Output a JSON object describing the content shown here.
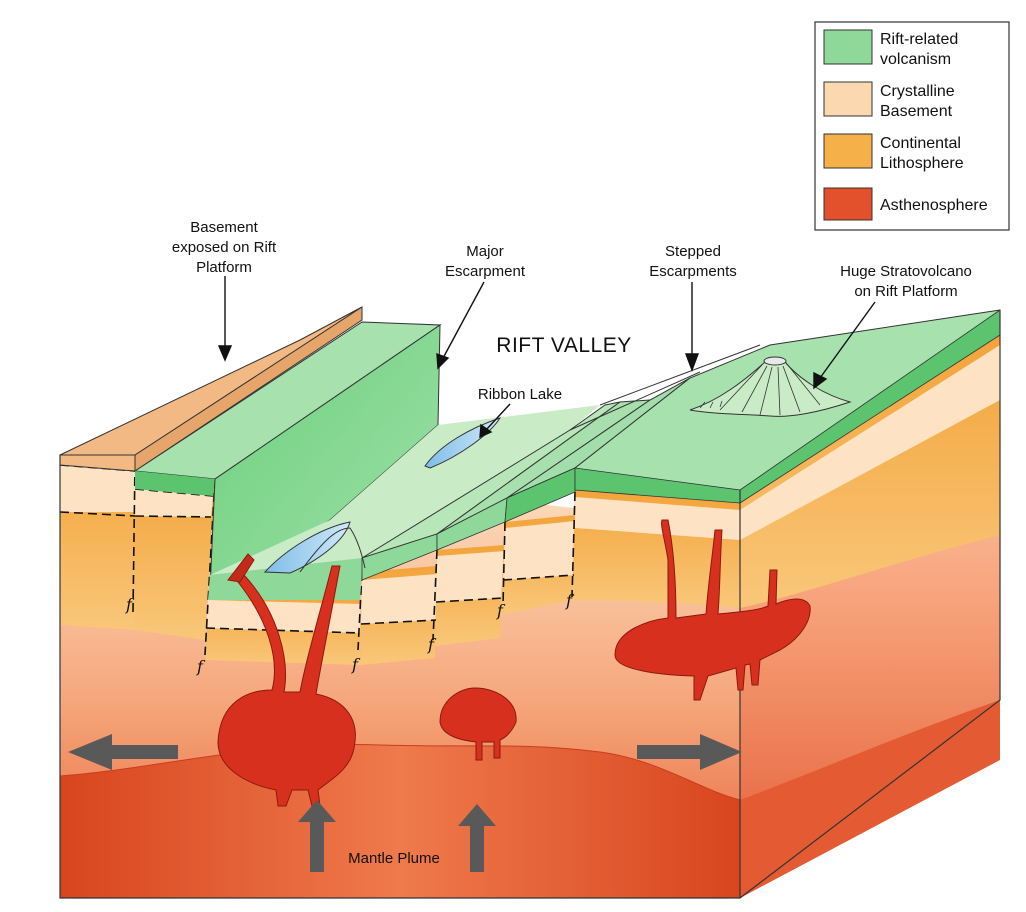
{
  "legend": {
    "items": [
      {
        "lines": [
          "Rift-related",
          "volcanism"
        ],
        "color": "#8ed99a"
      },
      {
        "lines": [
          "Crystalline",
          "Basement"
        ],
        "color": "#fbd8b0"
      },
      {
        "lines": [
          "Continental",
          "Lithosphere"
        ],
        "color": "#f5b04a"
      },
      {
        "lines": [
          "Asthenosphere"
        ],
        "color": "#e2512b"
      }
    ]
  },
  "labels": {
    "basement": [
      "Basement",
      "exposed on Rift",
      "Platform"
    ],
    "major_escarpment": [
      "Major",
      "Escarpment"
    ],
    "stepped_escarpments": [
      "Stepped",
      "Escarpments"
    ],
    "stratovolcano": [
      "Huge Stratovolcano",
      "on Rift Platform"
    ],
    "rift_valley": "RIFT VALLEY",
    "ribbon_lake": "Ribbon Lake",
    "mantle_plume": "Mantle Plume",
    "fault": "f"
  },
  "colors": {
    "green": "#8ed99a",
    "green_dark": "#5cc46e",
    "basement": "#fbd8b0",
    "lithosphere": "#f5b04a",
    "asthenosphere": "#e2512b",
    "magma": "#d8301e",
    "arrow": "#595959",
    "lake": "#a9d4ef"
  }
}
